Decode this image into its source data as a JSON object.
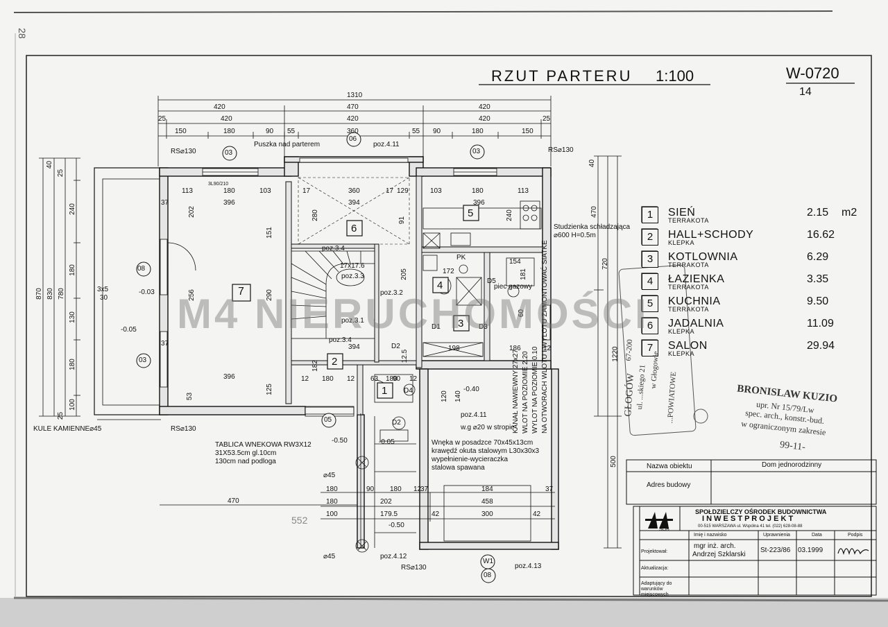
{
  "header": {
    "title": "RZUT PARTERU",
    "scale": "1:100",
    "drawing_no": "W-0720",
    "sheet_no": "14",
    "margin_no": "28"
  },
  "watermark": "M4 NIERUCHOMOŚCI",
  "rooms": [
    {
      "no": "1",
      "name": "SIEŃ",
      "material": "TERRAKOTA",
      "area": "2.15",
      "unit": "m2"
    },
    {
      "no": "2",
      "name": "HALL+SCHODY",
      "material": "KLEPKA",
      "area": "16.62",
      "unit": ""
    },
    {
      "no": "3",
      "name": "KOTLOWNIA",
      "material": "TERRAKOTA",
      "area": "6.29",
      "unit": ""
    },
    {
      "no": "4",
      "name": "ŁAZIENKA",
      "material": "TERRAKOTA",
      "area": "3.35",
      "unit": ""
    },
    {
      "no": "5",
      "name": "KUCHNIA",
      "material": "TERRAKOTA",
      "area": "9.50",
      "unit": ""
    },
    {
      "no": "6",
      "name": "JADALNIA",
      "material": "KLEPKA",
      "area": "11.09",
      "unit": ""
    },
    {
      "no": "7",
      "name": "SALON",
      "material": "KLEPKA",
      "area": "29.94",
      "unit": ""
    }
  ],
  "plan": {
    "dims_top": [
      "1310",
      "420",
      "470",
      "420",
      "25",
      "420",
      "420",
      "420",
      "25",
      "150",
      "180",
      "90",
      "55",
      "360",
      "55",
      "90",
      "180",
      "150"
    ],
    "dims_left": [
      "870",
      "830",
      "780",
      "40",
      "25",
      "240",
      "180",
      "130",
      "180",
      "100",
      "25"
    ],
    "dims_right": [
      "470",
      "720",
      "1220",
      "500",
      "40"
    ],
    "dims_bottom": [
      "470",
      "180",
      "90",
      "180",
      "202",
      "179.5",
      "180",
      "100",
      "12",
      "37",
      "184",
      "458",
      "300",
      "42",
      "42",
      "37"
    ],
    "inner_dims": [
      "113",
      "180",
      "103",
      "17",
      "360",
      "17",
      "129",
      "103",
      "180",
      "113",
      "37",
      "396",
      "394",
      "396",
      "202",
      "280",
      "151",
      "91",
      "240",
      "256",
      "290",
      "205",
      "172",
      "154",
      "181",
      "60",
      "12",
      "180",
      "12",
      "63",
      "90",
      "12",
      "37",
      "394",
      "198",
      "186",
      "396",
      "125",
      "182",
      "12",
      "53",
      "180",
      "12.5",
      "120",
      "140"
    ],
    "room_numbers": [
      "1",
      "2",
      "3",
      "4",
      "5",
      "6",
      "7"
    ],
    "axis_marks": [
      "03",
      "06",
      "03",
      "08",
      "03",
      "05",
      "08",
      "W1"
    ],
    "door_marks": [
      "D1",
      "D2",
      "D2",
      "D3",
      "D4",
      "D5",
      "PK"
    ],
    "level_marks": [
      "-0.03",
      "-0.05",
      "-0.40",
      "-0.50",
      "-0.05",
      "-0.50"
    ],
    "annotations": {
      "puszka": "Puszka nad parterem",
      "poz411_a": "poz.4.11",
      "poz411_b": "poz.4.11",
      "rs1": "RS⌀130",
      "rs2": "RS⌀130",
      "rs3": "RS⌀130",
      "rs4": "RS⌀130",
      "studzienka1": "Studzienka schładzająca",
      "studzienka2": "⌀600 H=0.5m",
      "poz34a": "poz.3.4",
      "poz33": "poz.3.3",
      "poz32": "poz.3.2",
      "poz31": "poz.3.1",
      "poz34b": "poz.3.4",
      "piec": "piec gazowy",
      "kule": "KULE KAMIENNE⌀45",
      "tablica1": "TABLICA WNEKOWA RW3X12",
      "tablica2": "31X53.5cm gl.10cm",
      "tablica3": "130cm nad podloga",
      "wnek1": "Wnęka w posadzce 70x45x13cm",
      "wnek2": "krawędź okuta stalowym L30x30x3",
      "wnek3": "wypełnienie-wycieraczka",
      "wnek4": "stalowa spawana",
      "wg": "w.g ⌀20 w stropie",
      "fi45a": "⌀45",
      "fi45b": "⌀45",
      "poz412": "poz.4.12",
      "poz413": "poz.4.13",
      "kanal1": "KANAŁ NAWIEWNY 27x27",
      "kanal2": "WLOT NA POZIOMIE 2.20",
      "kanal3": "WYLOT NA POZIOMIE 0.10",
      "kanal4": "NA OTWORACH WLOTU I WYLOTU ZAMONTOWAĆ SIATKE",
      "mark1": "3x5",
      "mark2": "30",
      "door_label": "3L90/210",
      "stair_label": "17x17.6",
      "mark_552": "552"
    }
  },
  "stamp": {
    "line1": "BRONISLAW KUZIO",
    "line2": "upr. Nr 15/79/Lw",
    "line3": "spec. arch., konstr.-bud.",
    "line4": "w ograniczonym zakresie",
    "date": "99-11-",
    "office1": "GŁOGÓW",
    "office2": "ul. ...skiego 21",
    "office3": "67-200",
    "office4": "w Głogowie",
    "office5": "...POWIATOWE"
  },
  "title_block": {
    "obj_label": "Nazwa obiektu",
    "obj_value": "Dom jednorodzinny",
    "addr_label": "Adres budowy",
    "company1": "SPOŁDZIELCZY OŚRODEK BUDOWNICTWA",
    "company2": "I N W E S T P R O J E K T",
    "company3": "00-515 WARSZAWA ul. Wspólna 41 tel. (022) 628-08-88",
    "logo_text": "SOB",
    "col_name": "Imię i nazwisko",
    "col_perm": "Uprawnienia",
    "col_date": "Data",
    "col_sign": "Podpis",
    "row_designer": "Projektował:",
    "designer1": "mgr inż. arch.",
    "designer2": "Andrzej Szklarski",
    "perm": "St-223/86",
    "date": "03.1999",
    "signature": "Szklarski",
    "row_update": "Aktualizacja:",
    "row_adapt": "Adaptujący do warunków miejscowych"
  }
}
